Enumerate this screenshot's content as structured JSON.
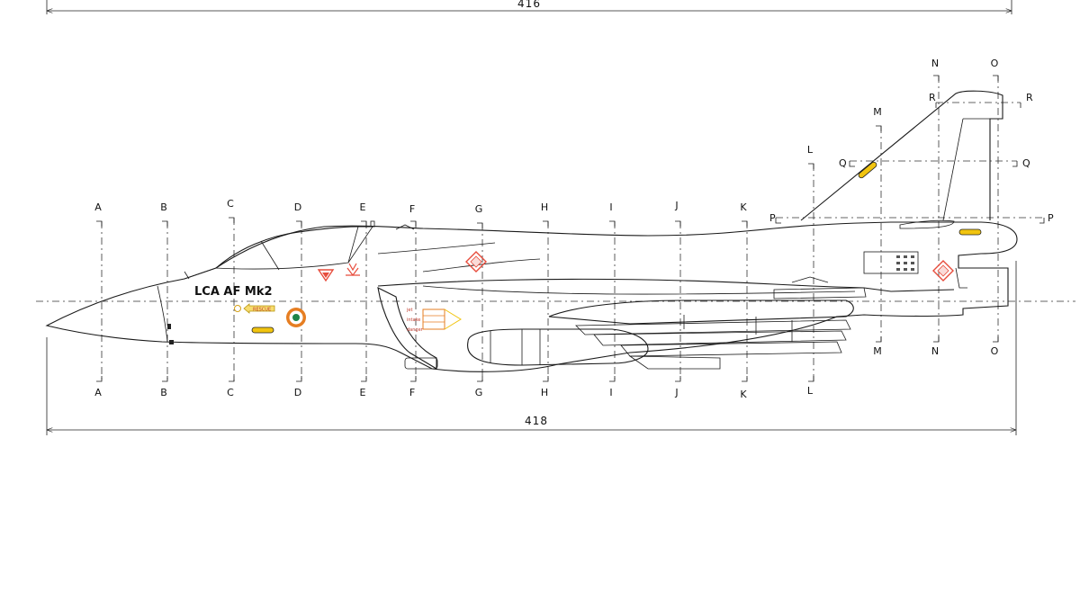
{
  "drawing": {
    "designation": "LCA AF Mk2",
    "top_dimension": "416",
    "bottom_dimension": "418",
    "marking_text": "RESCUE",
    "warning_text": [
      "jet",
      "intake",
      "danger"
    ]
  },
  "sections": [
    {
      "top": "A",
      "bottom": "A"
    },
    {
      "top": "B",
      "bottom": "B"
    },
    {
      "top": "C",
      "bottom": "C"
    },
    {
      "top": "D",
      "bottom": "D"
    },
    {
      "top": "E",
      "bottom": "E"
    },
    {
      "top": "F",
      "bottom": "F"
    },
    {
      "top": "G",
      "bottom": "G"
    },
    {
      "top": "H",
      "bottom": "H"
    },
    {
      "top": "I",
      "bottom": "I"
    },
    {
      "top": "J",
      "bottom": "J"
    },
    {
      "top": "K",
      "bottom": "K"
    },
    {
      "top": "L",
      "bottom": "L"
    },
    {
      "top": "M",
      "bottom": "M"
    },
    {
      "top": "N",
      "bottom": "N"
    },
    {
      "top": "O",
      "bottom": "O"
    }
  ],
  "fin_sections": {
    "p": [
      "P",
      "P"
    ],
    "q": [
      "Q",
      "Q"
    ],
    "r": [
      "R",
      "R"
    ]
  },
  "colors": {
    "line": "#1a1a1a",
    "roundel_outer": "#e67e22",
    "roundel_middle": "#ffffff",
    "roundel_inner": "#1e8449",
    "marking_red": "#e74c3c",
    "marking_yellow": "#f1c40f"
  }
}
